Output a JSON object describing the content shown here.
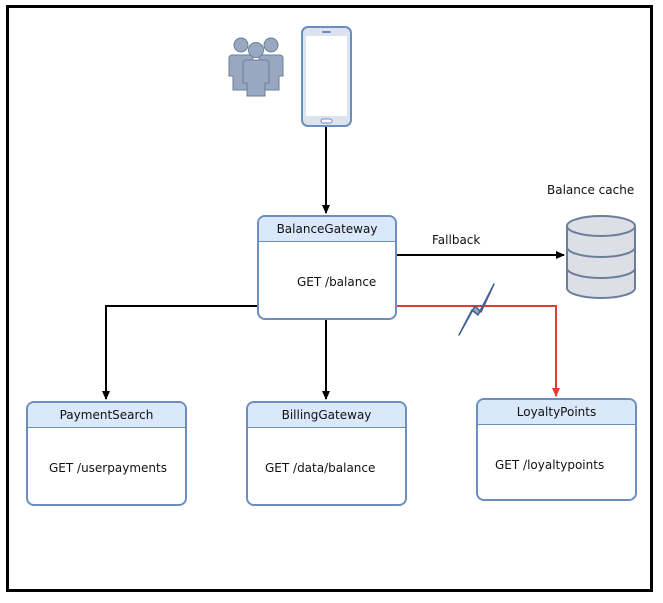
{
  "services": {
    "balance_gateway": {
      "name": "BalanceGateway",
      "endpoint": "GET /balance"
    },
    "payment_search": {
      "name": "PaymentSearch",
      "endpoint": "GET /userpayments"
    },
    "billing_gateway": {
      "name": "BillingGateway",
      "endpoint": "GET /data/balance"
    },
    "loyalty_points": {
      "name": "LoyaltyPoints",
      "endpoint": "GET /loyaltypoints"
    }
  },
  "cache": {
    "label": "Balance cache"
  },
  "edges": {
    "fallback_label": "Fallback"
  },
  "icons": {
    "users": "users-icon",
    "phone": "mobile-phone-icon",
    "database": "database-icon",
    "failure": "lightning-icon"
  },
  "colors": {
    "header_fill": "#dae8fc",
    "box_stroke": "#6c8ebf",
    "failure_edge": "#e53935",
    "db_fill": "#dcdfe6",
    "db_stroke": "#6c7d9a"
  }
}
